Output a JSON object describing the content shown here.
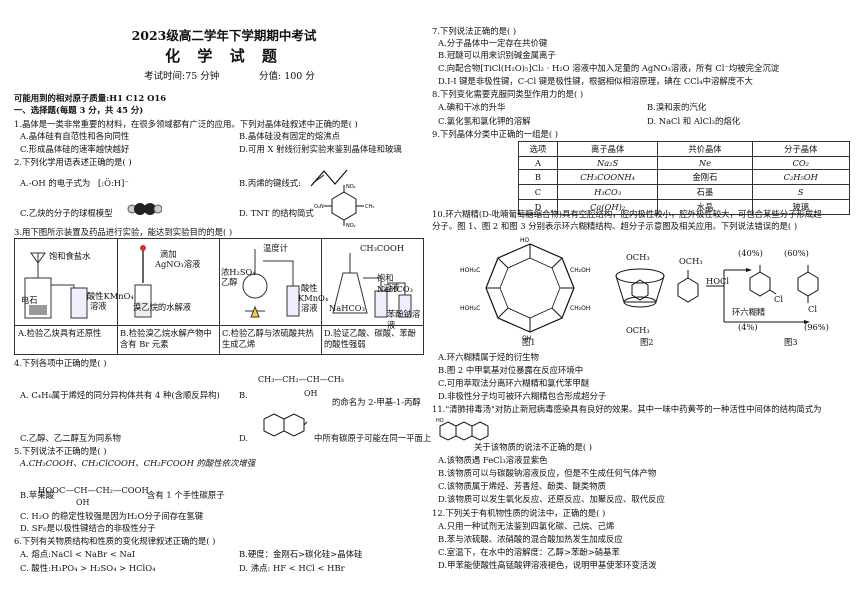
{
  "header": {
    "title": "2023级高二学年下学期期中考试",
    "subject": "化 学 试 题",
    "time": "考试时间:75 分钟",
    "score": "分值: 100 分"
  },
  "atoms": "可能用到的相对原子质量:H1     C12     O16",
  "section1": "一、选择题(每题 3 分，共 45 分)",
  "q1": {
    "stem": "1.晶体是一类非常重要的材料，在很多领域都有广泛的应用。下列对晶体硅叙述中正确的是(        )",
    "a": "A.晶体硅有自范性和各向同性",
    "b": "B.晶体硅没有固定的熔沸点",
    "c": "C.形成晶体硅的速率越快越好",
    "d": "D.可用 X 射线衍射实验来鉴别晶体硅和玻璃"
  },
  "q2": {
    "stem": "2.下列化学用语表述正确的是(        )",
    "a": "A.-OH 的电子式为",
    "a_formula": "[:Ö:H]⁻",
    "b": "B.丙烯的键线式:",
    "c": "C.乙炔的分子的球棍模型",
    "d": "D. TNT 的结构简式"
  },
  "q3": {
    "stem": "3.用下图所示装置及药品进行实验，能达到实验目的的是(      )",
    "labels": {
      "a1": "饱和食盐水",
      "a2": "电石",
      "a3": "酸性KMnO₄",
      "a4": "溶液",
      "b1": "滴加",
      "b2": "AgNO₃溶液",
      "b3": "溴乙烷的水解液",
      "c1": "温度计",
      "c2": "浓H₂SO₄",
      "c3": "乙醇",
      "c4": "酸性",
      "c5": "KMnO₄",
      "c6": "溶液",
      "d1": "CH₃COOH",
      "d2": "NaHCO₃",
      "d3": "饱和NaHCO₃",
      "d4": "溶液",
      "d5": "苯酚钠溶液"
    },
    "a": "A.检验乙炔具有还原性",
    "b": "B.检验溴乙烷水解产物中含有 Br 元素",
    "c": "C.检验乙醇与浓硫酸共热生成乙烯",
    "d": "D.验证乙酸、碳酸、苯酚的酸性强弱"
  },
  "q4": {
    "stem": "4.下列各项中正确的是(        )",
    "a": "A. C₄H₈属于烯烃的同分异构体共有 4 种(含顺反异构)",
    "b": "B.",
    "b_formula": "CH₃—CH₂—CH—CH₃",
    "b_sub": "OH",
    "b_tail": "的命名为 2-甲基-1-丙醇",
    "c": "C.乙醇、乙二醇互为同系物",
    "d": "D.",
    "d_tail": "中所有碳原子可能在同一平面上"
  },
  "q5": {
    "stem": "5.下列说法不正确的是(        )",
    "a": "A.CH₃COOH、CH₂ClCOOH、CH₂FCOOH 的酸性依次增强",
    "b_pre": "B.苹果酸",
    "b_formula": "HOOC—CH—CH₂—COOH",
    "b_sub": "OH",
    "b_tail": "含有 1 个手性碳原子",
    "c": "C. H₂O 的稳定性较强是因为H₂O分子间存在氢键",
    "d": "D. SF₆是以极性键结合的非极性分子"
  },
  "q6": {
    "stem": "6.下列有关物质结构和性质的变化规律叙述正确的是(        )",
    "a": "A. 熔点:NaCl < NaBr < NaI",
    "b": "B.硬度：金刚石>碳化硅>晶体硅",
    "c": "C. 酸性:H₃PO₄ > H₂SO₄ > HClO₄",
    "d": "D. 沸点: HF < HCl < HBr"
  },
  "q7": {
    "stem": "7.下列说法正确的是(        )",
    "a": "A.分子晶体中一定存在共价键",
    "b": "B.冠醚可以用来识别碱金属离子",
    "c": "C.向配合物[TiCl(H₂O)₅]Cl₂ · H₂O 溶液中加入足量的 AgNO₃溶液，所有 Cl⁻均被完全沉淀",
    "d": "D.I-I 键是非极性键，C-Cl 键是极性键，根据相似相溶原理，碘在 CCl₄中溶解度不大"
  },
  "q8": {
    "stem": "8.下列变化需要克服同类型作用力的是(        )",
    "a": "A.碘和干冰的升华",
    "b": "B.溴和汞的汽化",
    "c": "C.氯化氢和氯化钾的溶解",
    "d": "D. NaCl 和 AlCl₃的熔化"
  },
  "q9": {
    "stem": "9.下列晶体分类中正确的一组是(        )",
    "headers": [
      "选项",
      "离子晶体",
      "共价晶体",
      "分子晶体"
    ],
    "rows": [
      [
        "A",
        "Na₂S",
        "Ne",
        "CO₂"
      ],
      [
        "B",
        "CH₃COONH₄",
        "金刚石",
        "C₂H₅OH"
      ],
      [
        "C",
        "H₃CO₃",
        "石墨",
        "S"
      ],
      [
        "D",
        "Ca(OH)₂",
        "水晶",
        "玻璃"
      ]
    ]
  },
  "q10": {
    "stem1": "10.环六糊精(D-吡喃葡萄糖缩合物)具有空腔结构，腔内极性较小，腔外极性较大，可包合某些分子形成超",
    "stem2": "分子。图 1、图 2 和图 3 分别表示环六糊精结构、超分子示意图及相关应用。下列说法错误的是(        )",
    "fig1": "图1",
    "fig2": "图2",
    "fig3": "图3",
    "hocl": "HOCl",
    "och3": "OCH₃",
    "cl": "Cl",
    "p40": "(40%)",
    "p60": "(60%)",
    "p4": "(4%)",
    "p96": "(96%)",
    "cyclo": "环六糊精",
    "a": "A.环六糊精属于烃的衍生物",
    "b": "B.图 2 中甲氧基对位暴露在反应环境中",
    "c": "C.可用萃取法分离环六糊精和氯代苯甲醚",
    "d": "D.非极性分子均可被环六糊精包合形成超分子"
  },
  "q11": {
    "stem": "11.\"清肺排毒汤\"对防止新冠病毒感染具有良好的效果。其中一味中药黄芩的一种活性中间体的结构简式为",
    "stem2": "关于该物质的说法不正确的是(        )",
    "a": "A.该物质遇 FeCl₃溶液显紫色",
    "b": "B.该物质可以与碳酸钠溶液反应，但是不生成任何气体产物",
    "c": "C.该物质属于烯烃、芳香烃、酚类、醚类物质",
    "d": "D.该物质可以发生氧化反应、还原反应、加聚反应、取代反应"
  },
  "q12": {
    "stem": "12.下列关于有机物性质的说法中，正确的是(        )",
    "a": "A.只用一种试剂无法鉴别四氯化碳、己烷、己烯",
    "b": "B.苯与浓硫酸、浓硝酸的混合酸加热发生加成反应",
    "c": "C.室温下，在水中的溶解度：乙醇>苯酚>硝基苯",
    "d": "D.甲苯能使酸性高锰酸钾溶液褪色，说明甲基使苯环变活泼"
  }
}
